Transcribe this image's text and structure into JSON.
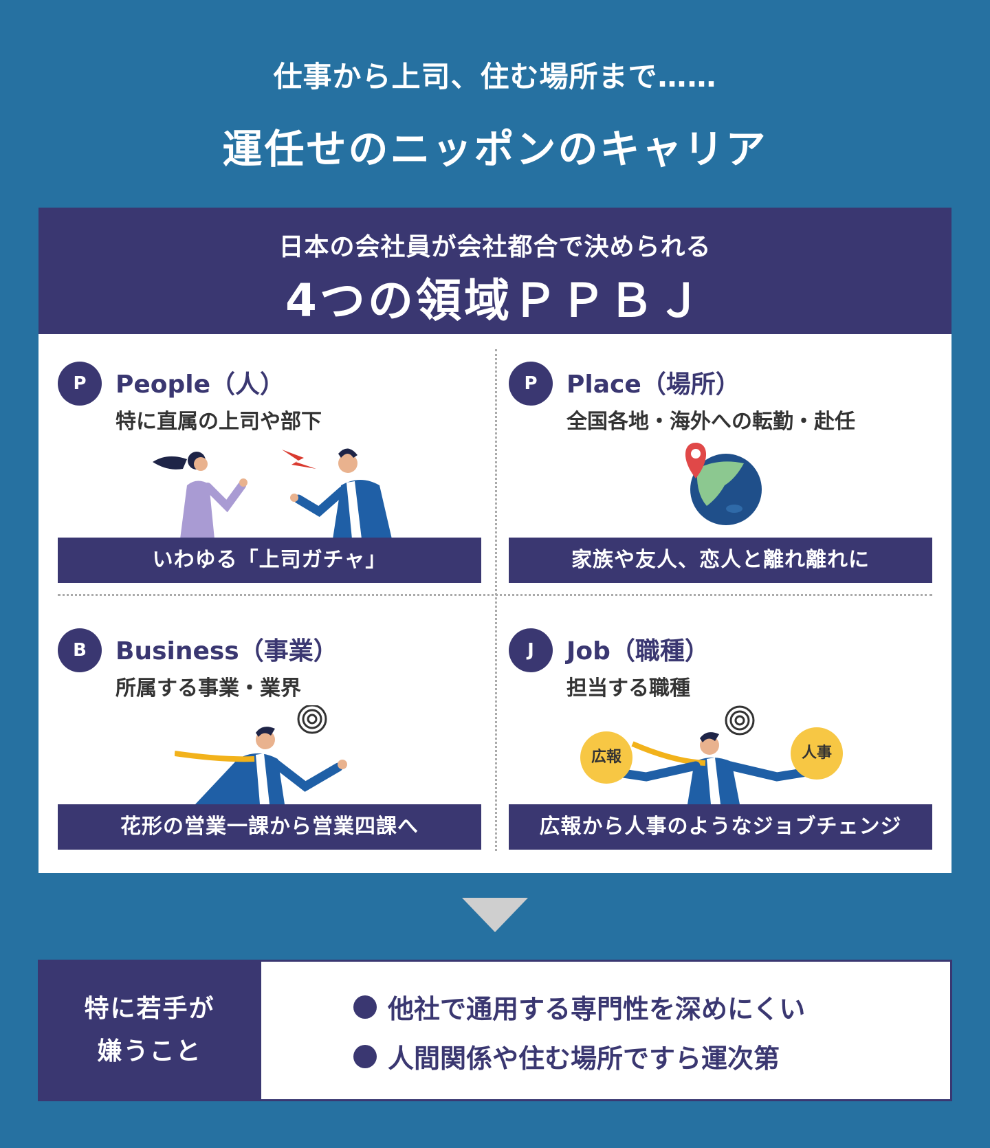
{
  "header": {
    "line1": "仕事から上司、住む場所まで……",
    "line2": "運任せのニッポンのキャリア"
  },
  "panel": {
    "heading1": "日本の会社員が会社都合で決められる",
    "heading2": "4つの領域ＰＰＢＪ",
    "quadrants": [
      {
        "badge": "P",
        "title": "People（人）",
        "subtitle": "特に直属の上司や部下",
        "banner": "いわゆる「上司ガチャ」"
      },
      {
        "badge": "P",
        "title": "Place（場所）",
        "subtitle": "全国各地・海外への転勤・赴任",
        "banner": "家族や友人、恋人と離れ離れに"
      },
      {
        "badge": "B",
        "title": "Business（事業）",
        "subtitle": "所属する事業・業界",
        "banner": "花形の営業一課から営業四課へ"
      },
      {
        "badge": "J",
        "title": "Job（職種）",
        "subtitle": "担当する職種",
        "banner": "広報から人事のようなジョブチェンジ",
        "coin_left": "広報",
        "coin_right": "人事"
      }
    ]
  },
  "bottom": {
    "label_line1": "特に若手が",
    "label_line2": "嫌うこと",
    "items": [
      "他社で通用する専門性を深めにくい",
      "人間関係や住む場所ですら運次第"
    ]
  },
  "colors": {
    "background": "#2671a1",
    "navy": "#3a3771",
    "accent_yellow": "#f7c744",
    "suit_blue": "#1f5fa6"
  }
}
